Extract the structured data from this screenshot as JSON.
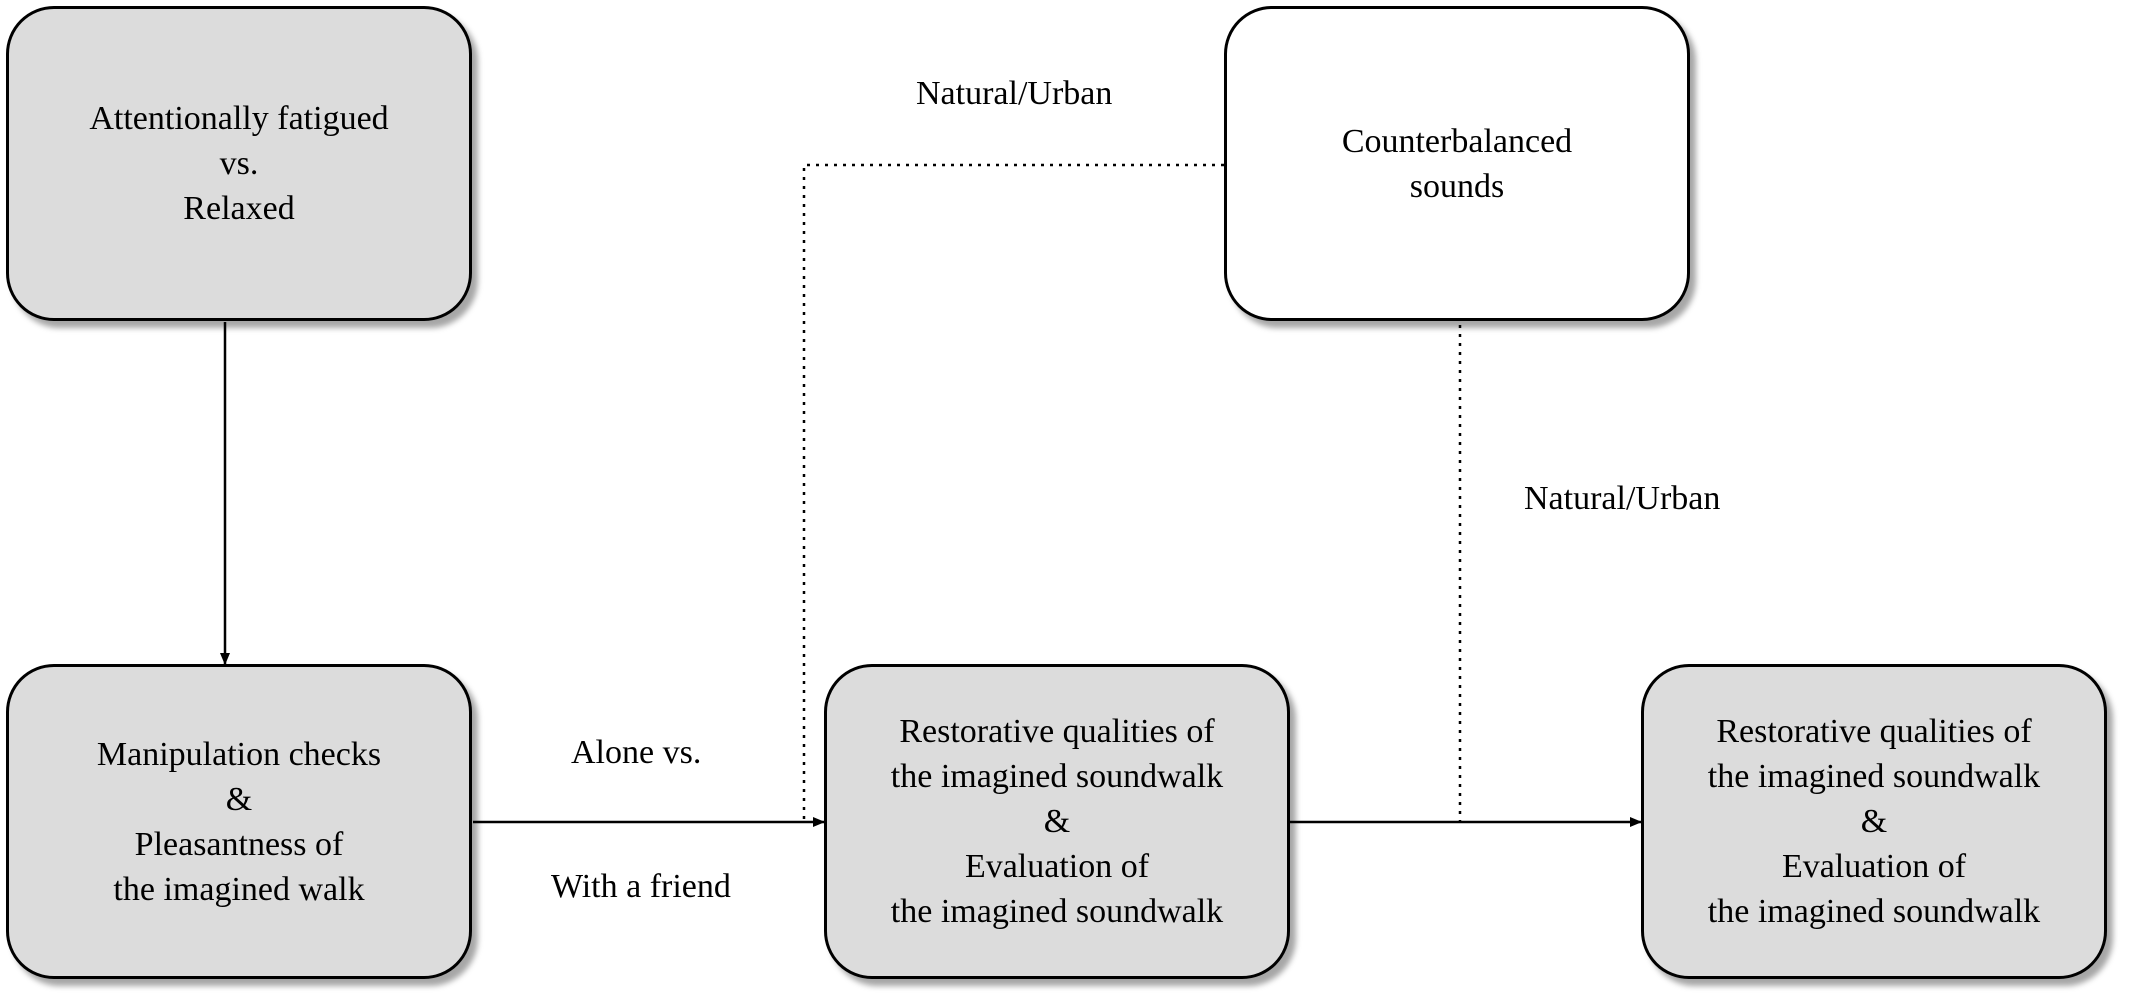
{
  "boxes": {
    "condition": {
      "lines": [
        "Attentionally fatigued",
        "vs.",
        "Relaxed"
      ]
    },
    "sounds": {
      "lines": [
        "Counterbalanced",
        "sounds"
      ]
    },
    "checks": {
      "lines": [
        "Manipulation checks",
        "&",
        "Pleasantness of",
        "the imagined walk"
      ]
    },
    "eval1": {
      "lines": [
        "Restorative qualities of",
        "the imagined soundwalk",
        "&",
        "Evaluation of",
        "the imagined soundwalk"
      ]
    },
    "eval2": {
      "lines": [
        "Restorative qualities of",
        "the imagined soundwalk",
        "&",
        "Evaluation of",
        "the imagined soundwalk"
      ]
    }
  },
  "labels": {
    "natural_urban_1": "Natural/Urban",
    "natural_urban_2": "Natural/Urban",
    "alone_vs": "Alone vs.",
    "with_friend": "With a friend"
  },
  "colors": {
    "box_fill": "#dcdcdc",
    "box_fill_white": "#ffffff",
    "stroke": "#000000"
  }
}
